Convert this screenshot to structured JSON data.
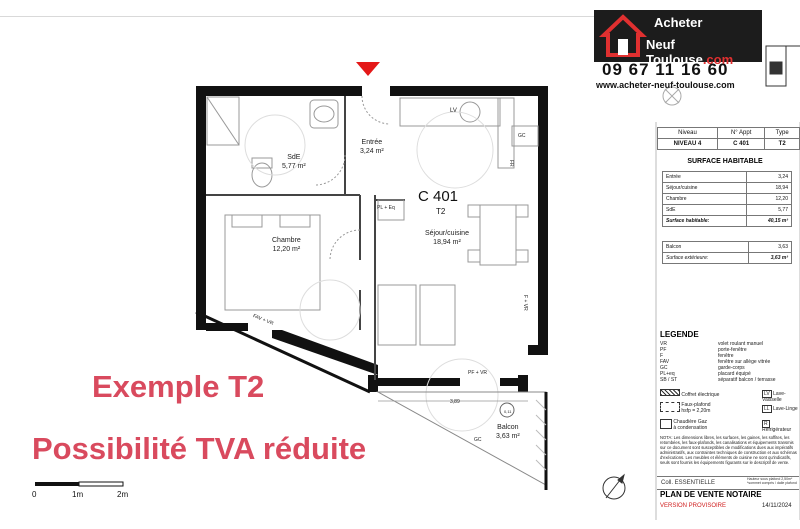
{
  "brand": {
    "line1": "Acheter",
    "line2_a": "Neuf Toulouse",
    "line2_b": ".com",
    "phone": "09 67 11 16 60",
    "website": "www.acheter-neuf-toulouse.com"
  },
  "plan": {
    "apt_code": "C 401",
    "apt_type": "T2",
    "rooms": [
      {
        "name": "SdE",
        "area": "5,77 m²"
      },
      {
        "name": "Entrée",
        "area": "3,24 m²"
      },
      {
        "name": "Chambre",
        "area": "12,20 m²"
      },
      {
        "name": "Séjour/cuisine",
        "area": "18,94 m²"
      },
      {
        "name": "Balcon",
        "area": "3,63 m²"
      }
    ],
    "labels": {
      "lv": "LV",
      "gc": "GC",
      "fr": "FR",
      "pl_eq": "PL + Eq",
      "fav_vr_1": "FAV + VR",
      "fav_vr_2": "F + VR",
      "pf_vr": "PF + VR",
      "dim_1": "3,89",
      "dim_2": "0,11",
      "gc_balcon": "GC"
    }
  },
  "promo": {
    "line1": "Exemple T2",
    "line2": "Possibilité TVA réduite"
  },
  "scale": {
    "l0": "0",
    "l1": "1m",
    "l2": "2m"
  },
  "info_table": {
    "headers": [
      "Niveau",
      "N° Appt",
      "Type"
    ],
    "values": [
      "NIVEAU 4",
      "C 401",
      "T2"
    ]
  },
  "surface": {
    "title": "SURFACE HABITABLE",
    "rows": [
      {
        "label": "Entrée",
        "value": "3,24"
      },
      {
        "label": "Séjour/cuisine",
        "value": "18,94"
      },
      {
        "label": "Chambre",
        "value": "12,20"
      },
      {
        "label": "SdE",
        "value": "5,77"
      }
    ],
    "total_label": "Surface habitable:",
    "total_value": "40,15 m²",
    "ext_rows": [
      {
        "label": "Balcon",
        "value": "3,63"
      }
    ],
    "ext_total_label": "Surface extérieure:",
    "ext_total_value": "3,63 m²"
  },
  "legend": {
    "title": "LEGENDE",
    "items": [
      {
        "code": "VR",
        "desc": "volet roulant manuel"
      },
      {
        "code": "PF",
        "desc": "porte-fenêtre"
      },
      {
        "code": "F",
        "desc": "fenêtre"
      },
      {
        "code": "FAV",
        "desc": "fenêtre sur allège vitrée"
      },
      {
        "code": "GC",
        "desc": "garde-corps"
      },
      {
        "code": "PL+eq",
        "desc": "placard équipé"
      },
      {
        "code": "SB / ST",
        "desc": "séparatif balcon / terrasse"
      }
    ],
    "symbols": [
      {
        "text": "Coffret électrique"
      },
      {
        "text": "Faux-plafond"
      },
      {
        "text": "hsfp = 2,20m"
      },
      {
        "text": "Chaudière Gaz"
      },
      {
        "text": "à condensation"
      }
    ],
    "right_symbols": [
      {
        "code": "LV",
        "text": "Lave-Vaisselle"
      },
      {
        "code": "LL",
        "text": "Lave-Linge"
      },
      {
        "code": "R",
        "text": "Réfrigérateur"
      }
    ],
    "note": "NOTA: Les dimensions libres, les surfaces, les gaines, les soffites, les retombées, les faux-plafonds, les canalisations et équipements transmis sur ce document sont susceptibles de modifications dues aux impératifs administratifs, aux contraintes techniques de construction et aux schémas d'exécutions. Les meubles et éléments de cuisine ne sont qu'indicatifs, seuls sont fournis les équipements figurants sur le descriptif de vente.",
    "coll_label": "Coll. ESSENTIELLE",
    "coll_note_1": "Hauteur sous plafond 2,50m*",
    "coll_note_2": "*sommet compris / dalle plafond",
    "doc_title": "PLAN DE VENTE NOTAIRE",
    "version": "VERSION PROVISOIRE",
    "date": "14/11/2024"
  }
}
